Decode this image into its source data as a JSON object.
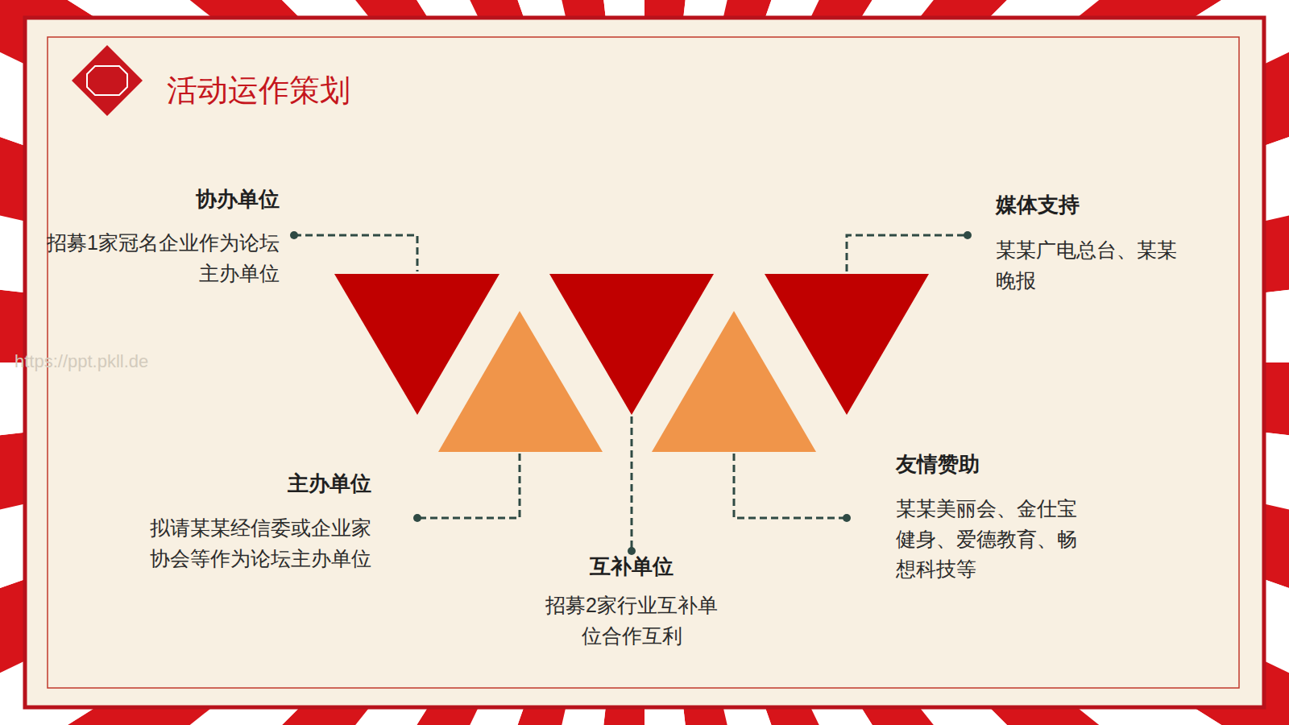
{
  "diagram": {
    "title": "活动运作策划",
    "labels": [
      "协办单位",
      "招募1家冠名企业作为论坛主办单位",
      "媒体支持",
      "某某广电总台、某某晚报",
      "主办单位",
      "拟请某某经信委或企业家协会等作为论坛主办单位",
      "互补单位",
      "招募2家行业互补单位合作互利",
      "友情赞助",
      "某某美丽会、金仕宝健身、爱德教育、畅想科技等",
      "https://ppt.pkll.de"
    ]
  }
}
